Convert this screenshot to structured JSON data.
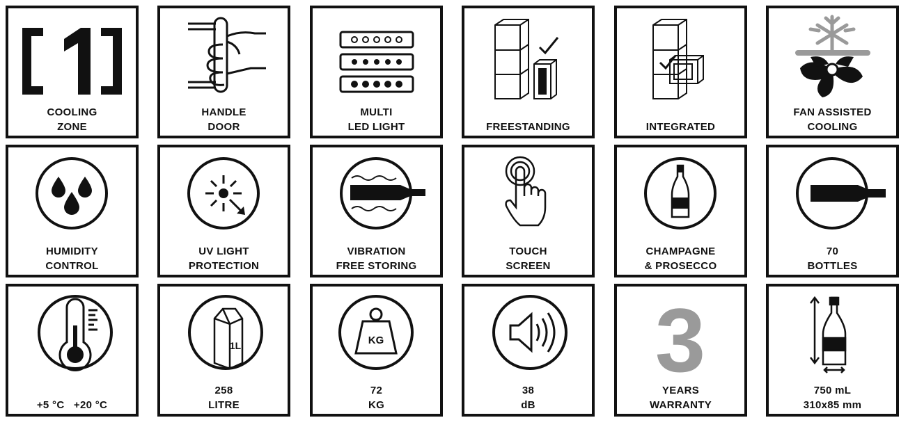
{
  "colors": {
    "ink": "#111111",
    "accent_gray": "#9a9a9a"
  },
  "tiles": [
    {
      "icon": "cooling-zone-icon",
      "line1": "COOLING",
      "line2": "ZONE"
    },
    {
      "icon": "handle-door-icon",
      "line1": "HANDLE",
      "line2": "DOOR"
    },
    {
      "icon": "led-light-icon",
      "line1": "MULTI",
      "line2": "LED LIGHT"
    },
    {
      "icon": "freestanding-icon",
      "line1": "",
      "line2": "FREESTANDING"
    },
    {
      "icon": "integrated-icon",
      "line1": "",
      "line2": "INTEGRATED"
    },
    {
      "icon": "fan-snowflake-icon",
      "line1": "FAN ASSISTED",
      "line2": "COOLING"
    },
    {
      "icon": "humidity-drops-icon",
      "line1": "HUMIDITY",
      "line2": "CONTROL"
    },
    {
      "icon": "uv-sun-icon",
      "line1": "UV LIGHT",
      "line2": "PROTECTION"
    },
    {
      "icon": "vibration-bottle-icon",
      "line1": "VIBRATION",
      "line2": "FREE STORING"
    },
    {
      "icon": "touch-hand-icon",
      "line1": "TOUCH",
      "line2": "SCREEN"
    },
    {
      "icon": "champagne-bottle-icon",
      "line1": "CHAMPAGNE",
      "line2": "& PROSECCO"
    },
    {
      "icon": "bottle-icon",
      "line1": "70",
      "line2": "BOTTLES"
    },
    {
      "icon": "thermometer-icon",
      "line1": "",
      "line2": "+5 °C   +20 °C"
    },
    {
      "icon": "milk-carton-icon",
      "line1": "258",
      "line2": "LITRE",
      "carton_text": "1L"
    },
    {
      "icon": "weight-icon",
      "line1": "72",
      "line2": "KG",
      "weight_text": "KG"
    },
    {
      "icon": "speaker-icon",
      "line1": "38",
      "line2": "dB"
    },
    {
      "icon": "warranty-number-icon",
      "line1": "YEARS",
      "line2": "WARRANTY",
      "big_number": "3"
    },
    {
      "icon": "bottle-size-icon",
      "line1": "750 mL",
      "line2": "310x85 mm"
    }
  ]
}
